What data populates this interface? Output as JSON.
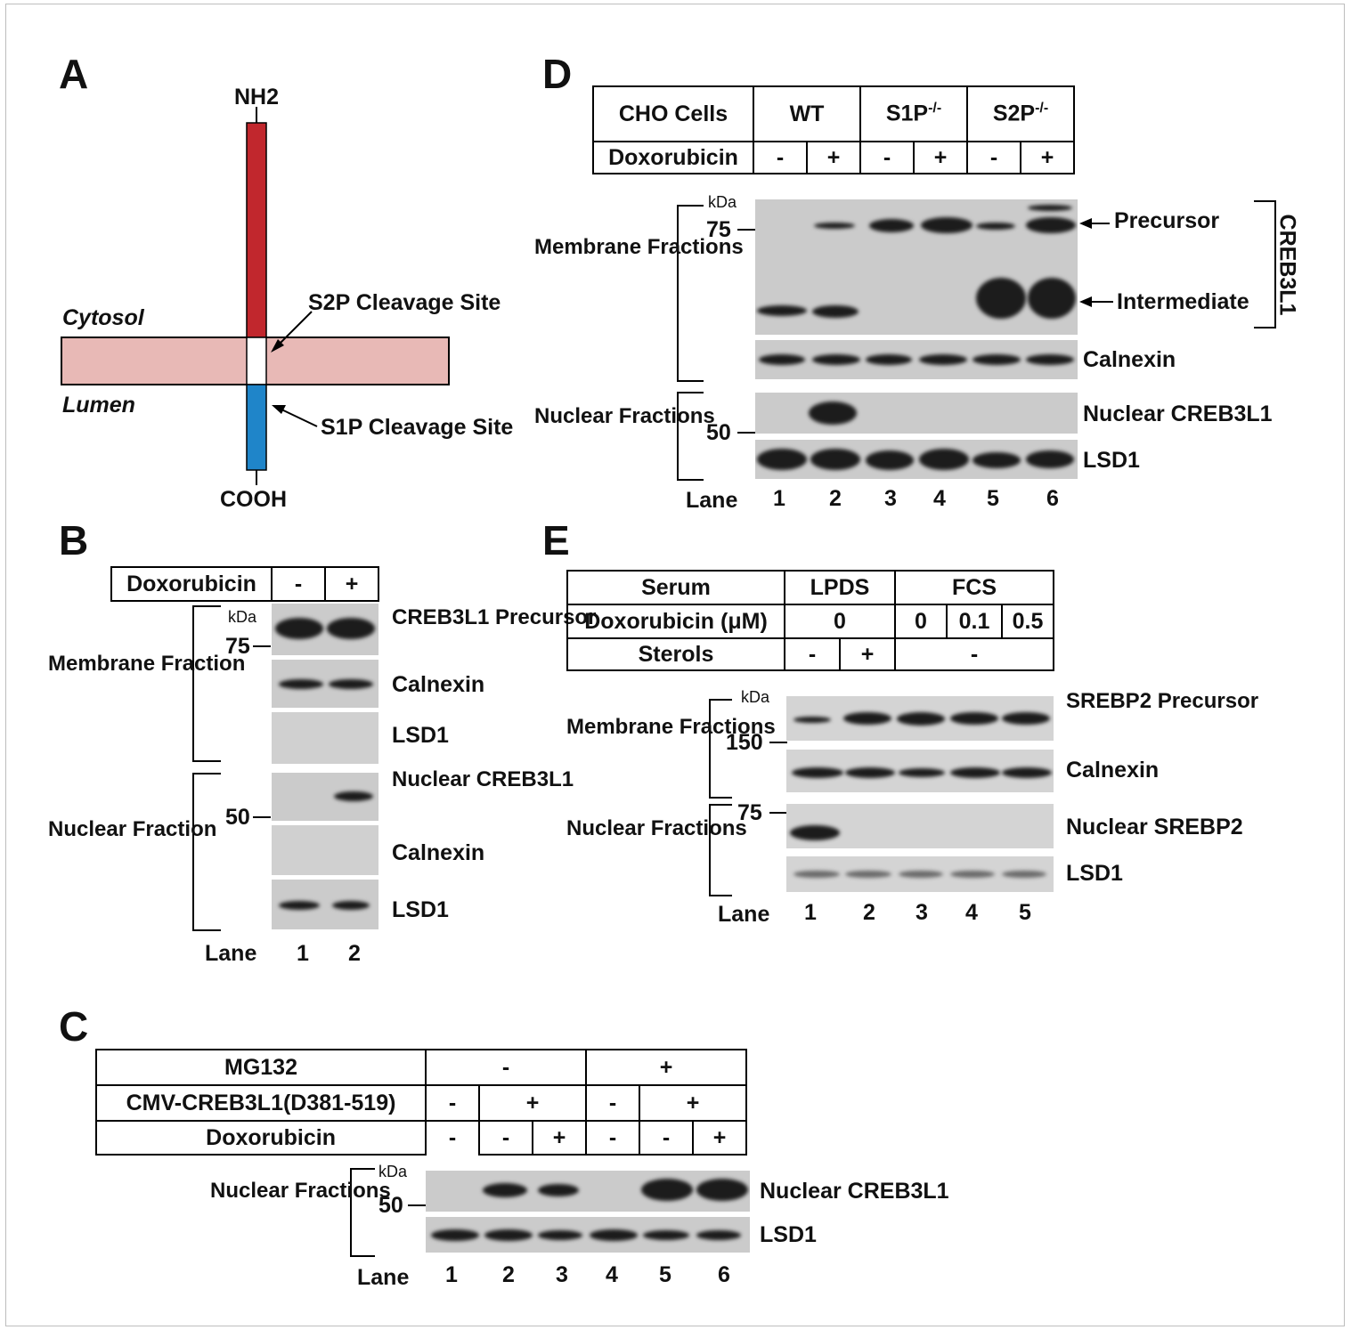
{
  "panels": {
    "A": {
      "label": "A",
      "nh2": "NH2",
      "cooh": "COOH",
      "cytosol": "Cytosol",
      "lumen": "Lumen",
      "s2p_site": "S2P Cleavage Site",
      "s1p_site": "S1P Cleavage Site",
      "colors": {
        "cytosolic_domain": "#c1272d",
        "luminal_domain": "#1f85c9",
        "membrane": "#e8b9b6"
      }
    },
    "B": {
      "label": "B",
      "treatment": "Doxorubicin",
      "signs": [
        "-",
        "+"
      ],
      "kda": "kDa",
      "marker_75": "75",
      "marker_50": "50",
      "membrane_fraction": "Membrane Fraction",
      "nuclear_fraction": "Nuclear Fraction",
      "creb3l1_precursor": "CREB3L1 Precursor",
      "calnexin": "Calnexin",
      "lsd1": "LSD1",
      "nuclear_creb3l1": "Nuclear CREB3L1",
      "lane_label": "Lane",
      "lanes": [
        "1",
        "2"
      ]
    },
    "C": {
      "label": "C",
      "mg132": "MG132",
      "mg132_signs": [
        "-",
        "+"
      ],
      "construct": "CMV-CREB3L1(D381-519)",
      "construct_signs": [
        "-",
        "+",
        "-",
        "+"
      ],
      "treatment": "Doxorubicin",
      "treatment_signs": [
        "-",
        "-",
        "+",
        "-",
        "-",
        "+"
      ],
      "kda": "kDa",
      "marker_50": "50",
      "nuclear_fractions": "Nuclear Fractions",
      "nuclear_creb3l1": "Nuclear CREB3L1",
      "lsd1": "LSD1",
      "lane_label": "Lane",
      "lanes": [
        "1",
        "2",
        "3",
        "4",
        "5",
        "6"
      ]
    },
    "D": {
      "label": "D",
      "cells": "CHO Cells",
      "groups": [
        "WT",
        "S1P",
        "S2P"
      ],
      "ko_sup": "-/-",
      "treatment": "Doxorubicin",
      "signs": [
        "-",
        "+",
        "-",
        "+",
        "-",
        "+"
      ],
      "kda": "kDa",
      "marker_75": "75",
      "marker_50": "50",
      "membrane_fractions": "Membrane Fractions",
      "nuclear_fractions": "Nuclear Fractions",
      "precursor": "Precursor",
      "intermediate": "Intermediate",
      "creb3l1": "CREB3L1",
      "calnexin": "Calnexin",
      "nuclear_creb3l1": "Nuclear CREB3L1",
      "lsd1": "LSD1",
      "lane_label": "Lane",
      "lanes": [
        "1",
        "2",
        "3",
        "4",
        "5",
        "6"
      ]
    },
    "E": {
      "label": "E",
      "serum": "Serum",
      "lpds": "LPDS",
      "fcs": "FCS",
      "treatment": "Doxorubicin (μM)",
      "doses": [
        "0",
        "0",
        "0.1",
        "0.5"
      ],
      "sterols": "Sterols",
      "sterol_signs": [
        "-",
        "+",
        "-"
      ],
      "kda": "kDa",
      "marker_150": "150",
      "marker_75": "75",
      "membrane_fractions": "Membrane Fractions",
      "nuclear_fractions": "Nuclear Fractions",
      "srebp2_precursor": "SREBP2 Precursor",
      "calnexin": "Calnexin",
      "nuclear_srebp2": "Nuclear SREBP2",
      "lsd1": "LSD1",
      "lane_label": "Lane",
      "lanes": [
        "1",
        "2",
        "3",
        "4",
        "5"
      ]
    }
  }
}
